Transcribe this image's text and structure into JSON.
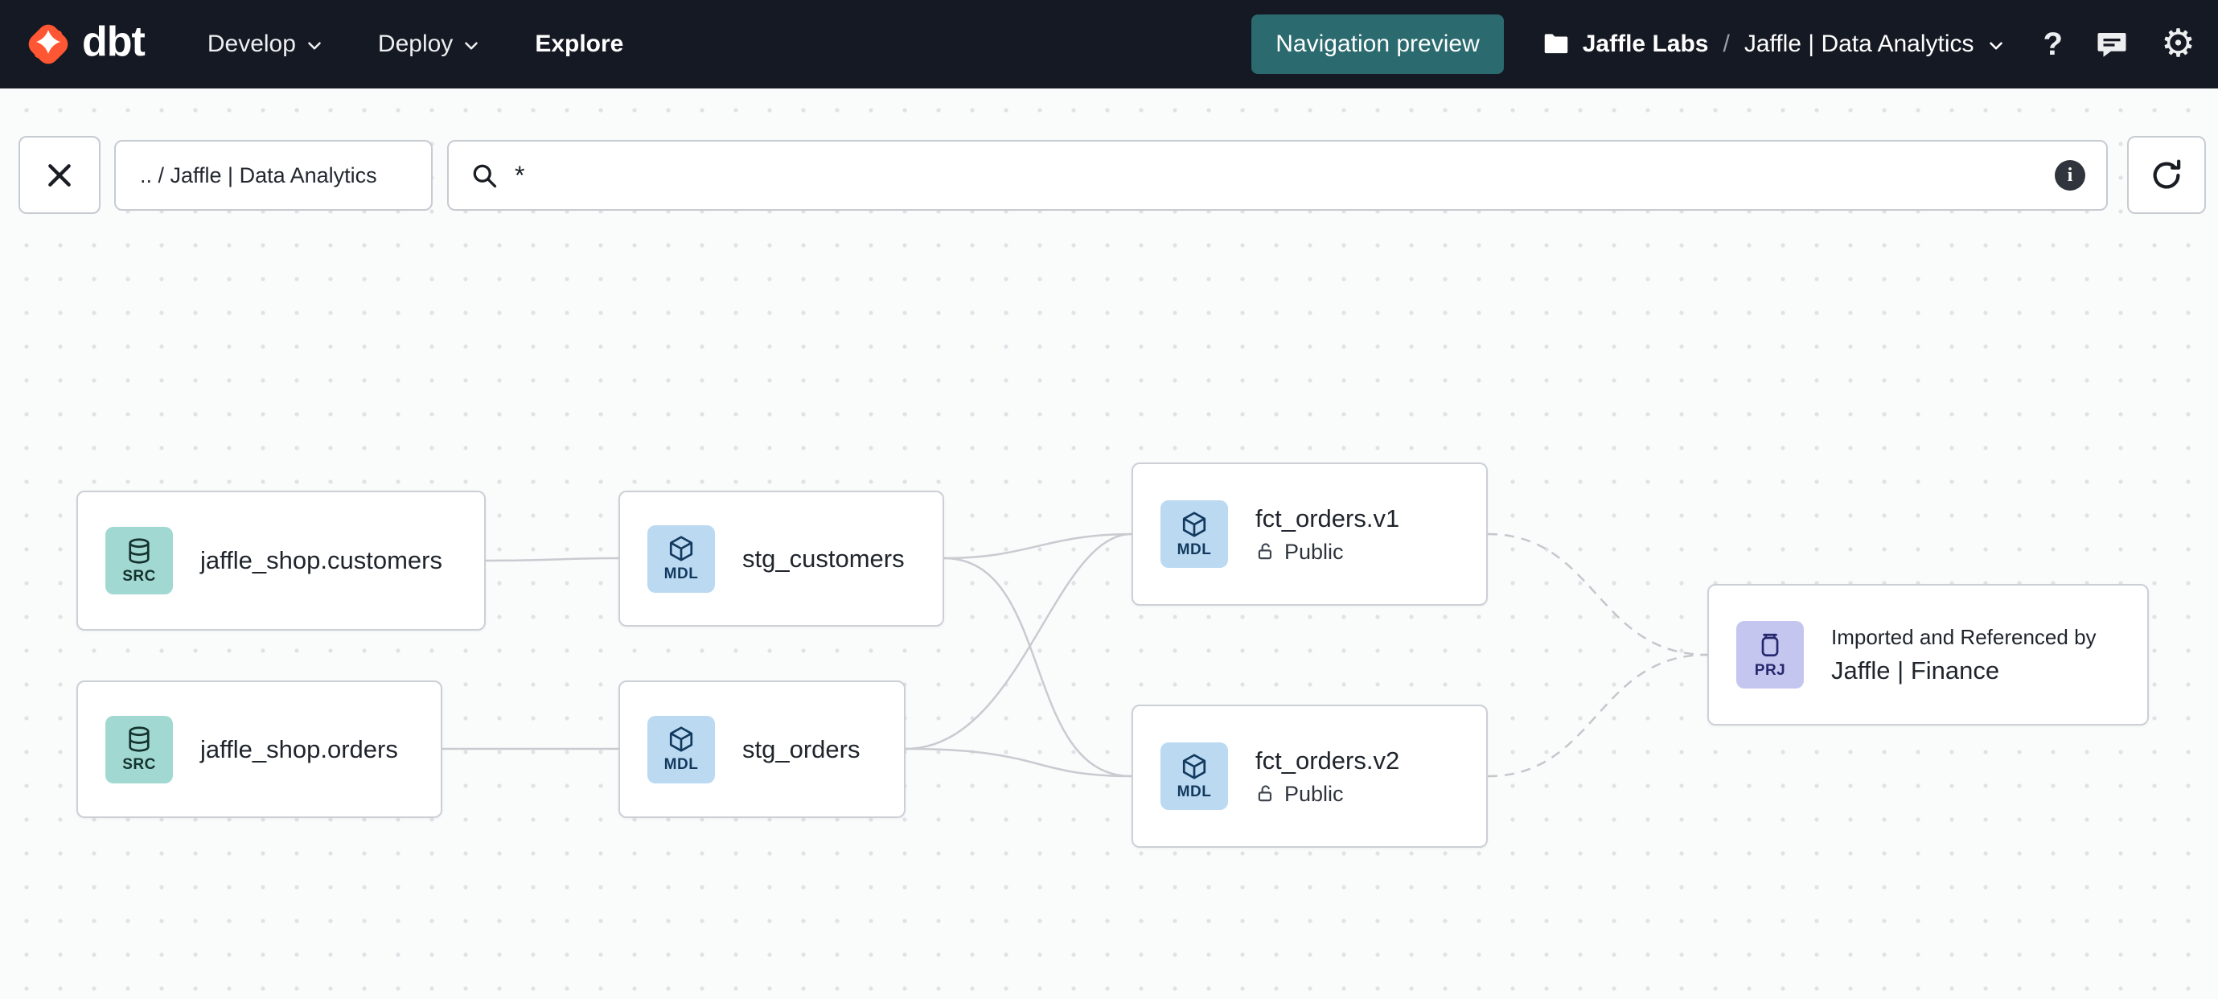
{
  "colors": {
    "navbar_bg": "#151923",
    "dbt_orange": "#ff5633",
    "preview_button_bg": "#2b6a6e",
    "src_badge_bg": "#a1d9d2",
    "mdl_badge_bg": "#bcd9f2",
    "prj_badge_bg": "#c4c6f0",
    "edge_color": "#c8cbd0",
    "canvas_bg": "#fafbfb"
  },
  "navbar": {
    "logo_text": "dbt",
    "menu_develop": "Develop",
    "menu_deploy": "Deploy",
    "menu_explore": "Explore",
    "preview_button_label": "Navigation preview",
    "breadcrumb_account": "Jaffle Labs",
    "breadcrumb_separator": "/",
    "breadcrumb_project": "Jaffle | Data Analytics",
    "help_glyph": "?",
    "gear_glyph": "⚙"
  },
  "toolbar": {
    "path_label": ".. / Jaffle | Data Analytics",
    "search_value": "*",
    "info_glyph": "i"
  },
  "graph": {
    "nodes": [
      {
        "badge": "SRC",
        "label": "jaffle_shop.customers"
      },
      {
        "badge": "SRC",
        "label": "jaffle_shop.orders"
      },
      {
        "badge": "MDL",
        "label": "stg_customers"
      },
      {
        "badge": "MDL",
        "label": "stg_orders"
      },
      {
        "badge": "MDL",
        "label": "fct_orders.v1",
        "access": "Public"
      },
      {
        "badge": "MDL",
        "label": "fct_orders.v2",
        "access": "Public"
      },
      {
        "badge": "PRJ",
        "label": "Jaffle | Finance",
        "note": "Imported and Referenced by"
      }
    ],
    "edges": [
      {
        "from": "jaffle_shop.customers",
        "to": "stg_customers",
        "style": "solid"
      },
      {
        "from": "jaffle_shop.orders",
        "to": "stg_orders",
        "style": "solid"
      },
      {
        "from": "stg_customers",
        "to": "fct_orders.v1",
        "style": "solid"
      },
      {
        "from": "stg_customers",
        "to": "fct_orders.v2",
        "style": "solid"
      },
      {
        "from": "stg_orders",
        "to": "fct_orders.v1",
        "style": "solid"
      },
      {
        "from": "stg_orders",
        "to": "fct_orders.v2",
        "style": "solid"
      },
      {
        "from": "fct_orders.v1",
        "to": "Jaffle | Finance",
        "style": "dashed"
      },
      {
        "from": "fct_orders.v2",
        "to": "Jaffle | Finance",
        "style": "dashed"
      }
    ]
  }
}
